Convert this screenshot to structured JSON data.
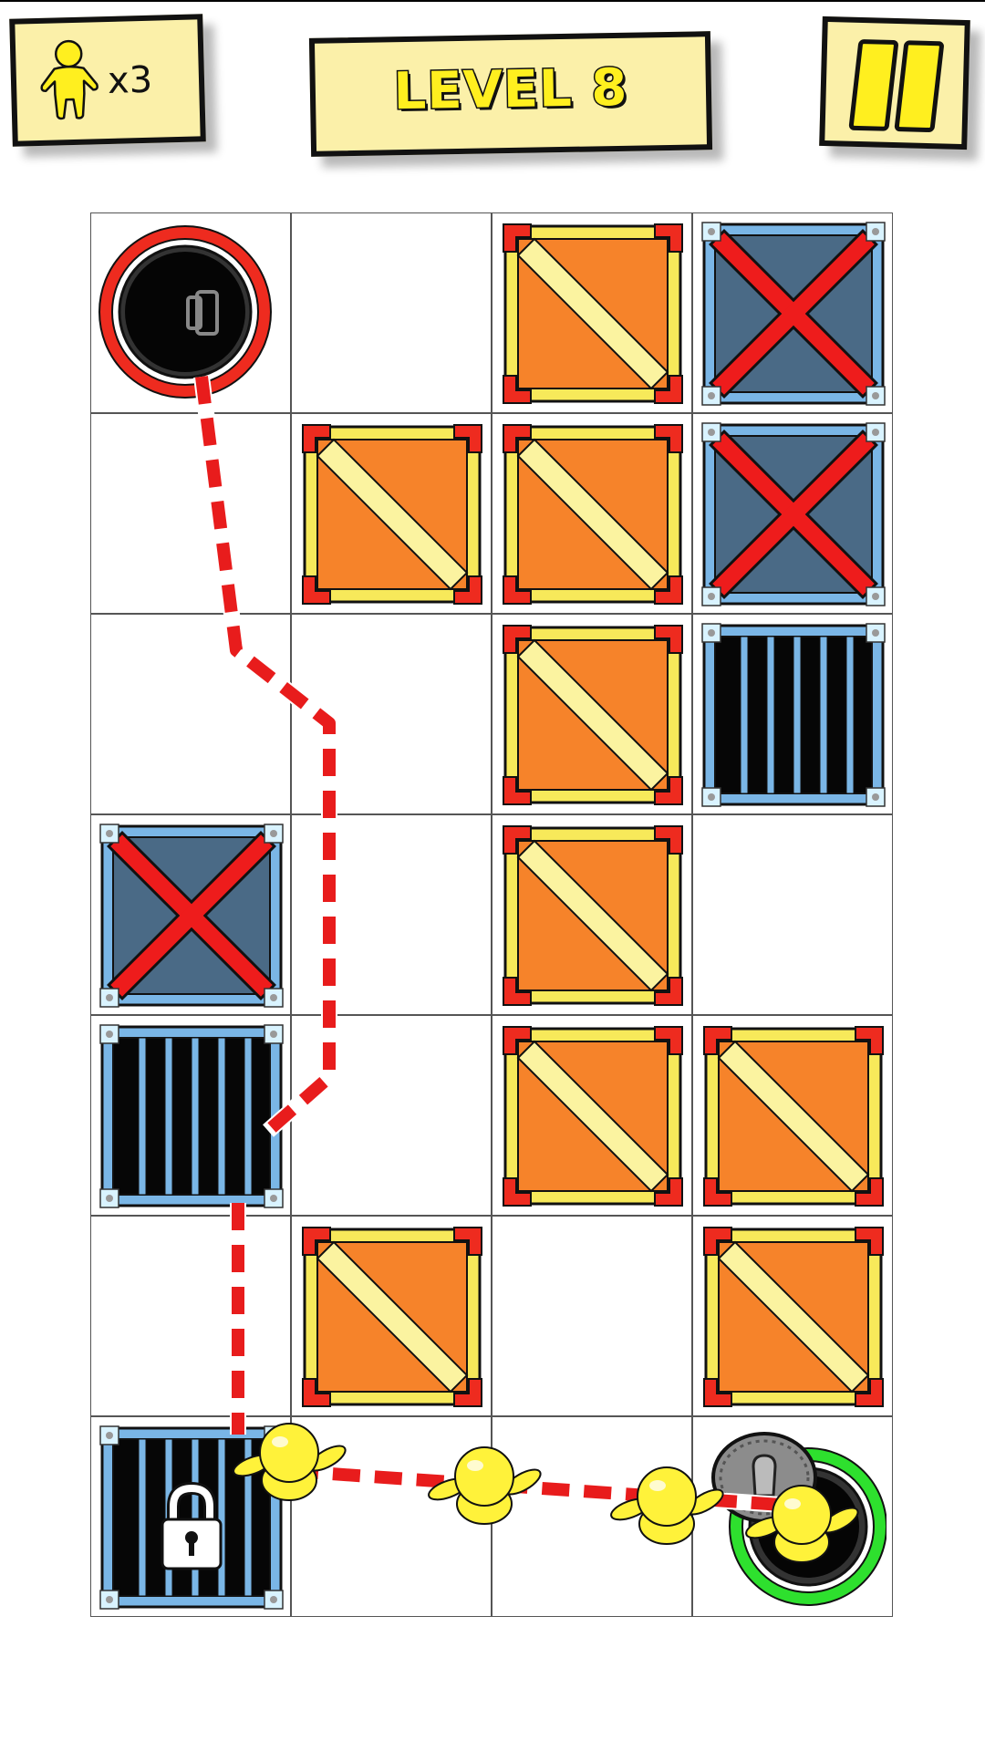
{
  "header": {
    "lives": "x3",
    "level": "LEVEL 8"
  },
  "icons": {
    "lives": "person-icon",
    "pause": "pause-icon",
    "lock": "lock-icon",
    "start": "portal-hole-icon",
    "exit": "manhole-exit-icon"
  },
  "colors": {
    "plate": "#fbf0a9",
    "title_yellow": "#ffef1f",
    "crate_orange": "#f6832a",
    "crate_frame": "#f7e95a",
    "crate_plank": "#fbf3a0",
    "crate_corner": "#ee2b1f",
    "steel_blue": "#4a6a86",
    "steel_frame": "#7ab6e6",
    "x_red": "#ee1c1c",
    "path_red": "#e81c1c",
    "start_ring": "#ee2b1f",
    "exit_ring": "#2ee02e",
    "character": "#fff23a"
  },
  "board": {
    "cols": 4,
    "rows": 7,
    "cells": [
      {
        "row": 0,
        "col": 0,
        "type": "start"
      },
      {
        "row": 0,
        "col": 1,
        "type": "empty"
      },
      {
        "row": 0,
        "col": 2,
        "type": "wood-crate"
      },
      {
        "row": 0,
        "col": 3,
        "type": "steel-crate-x"
      },
      {
        "row": 1,
        "col": 0,
        "type": "empty"
      },
      {
        "row": 1,
        "col": 1,
        "type": "wood-crate"
      },
      {
        "row": 1,
        "col": 2,
        "type": "wood-crate"
      },
      {
        "row": 1,
        "col": 3,
        "type": "steel-crate-x"
      },
      {
        "row": 2,
        "col": 0,
        "type": "empty"
      },
      {
        "row": 2,
        "col": 1,
        "type": "empty"
      },
      {
        "row": 2,
        "col": 2,
        "type": "wood-crate"
      },
      {
        "row": 2,
        "col": 3,
        "type": "cage"
      },
      {
        "row": 3,
        "col": 0,
        "type": "steel-crate-x"
      },
      {
        "row": 3,
        "col": 1,
        "type": "empty"
      },
      {
        "row": 3,
        "col": 2,
        "type": "wood-crate"
      },
      {
        "row": 3,
        "col": 3,
        "type": "empty"
      },
      {
        "row": 4,
        "col": 0,
        "type": "cage"
      },
      {
        "row": 4,
        "col": 1,
        "type": "empty"
      },
      {
        "row": 4,
        "col": 2,
        "type": "wood-crate"
      },
      {
        "row": 4,
        "col": 3,
        "type": "wood-crate"
      },
      {
        "row": 5,
        "col": 0,
        "type": "empty"
      },
      {
        "row": 5,
        "col": 1,
        "type": "wood-crate"
      },
      {
        "row": 5,
        "col": 2,
        "type": "empty"
      },
      {
        "row": 5,
        "col": 3,
        "type": "wood-crate"
      },
      {
        "row": 6,
        "col": 0,
        "type": "locked-cage"
      },
      {
        "row": 6,
        "col": 1,
        "type": "empty"
      },
      {
        "row": 6,
        "col": 2,
        "type": "empty"
      },
      {
        "row": 6,
        "col": 3,
        "type": "exit"
      }
    ],
    "characters": 4
  }
}
